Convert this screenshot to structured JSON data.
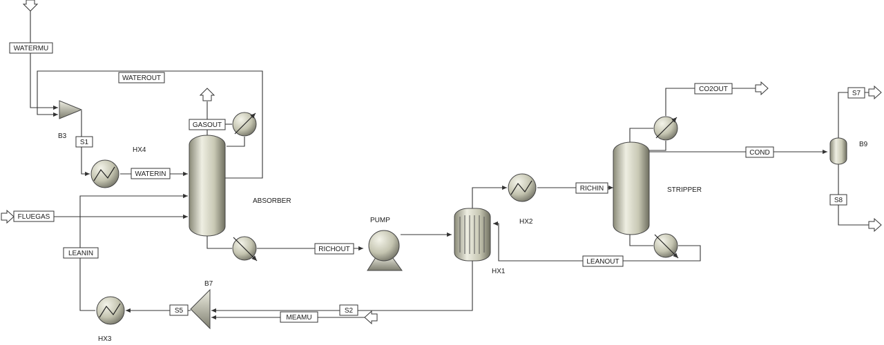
{
  "colors": {
    "line": "#333333",
    "equipment_body": "#d9d9c8",
    "equipment_shade": "#8a8a78",
    "background": "#ffffff"
  },
  "streams": {
    "watermu": "WATERMU",
    "waterout": "WATEROUT",
    "gasout": "GASOUT",
    "s1": "S1",
    "waterin": "WATERIN",
    "fluegas": "FLUEGAS",
    "leanin": "LEANIN",
    "richout": "RICHOUT",
    "s5": "S5",
    "meamu": "MEAMU",
    "s2": "S2",
    "richin": "RICHIN",
    "leanout": "LEANOUT",
    "co2out": "CO2OUT",
    "cond": "COND",
    "s7": "S7",
    "s8": "S8"
  },
  "blocks": {
    "b3": "B3",
    "hx4": "HX4",
    "absorber": "ABSORBER",
    "pump": "PUMP",
    "hx1": "HX1",
    "hx2": "HX2",
    "stripper": "STRIPPER",
    "b9": "B9",
    "b7": "B7",
    "hx3": "HX3"
  },
  "icons": [
    "heat-exchanger-icon",
    "column-icon",
    "pump-icon",
    "splitter-icon",
    "flash-drum-icon",
    "mixer-icon",
    "feed-arrow-icon",
    "product-arrow-icon"
  ]
}
